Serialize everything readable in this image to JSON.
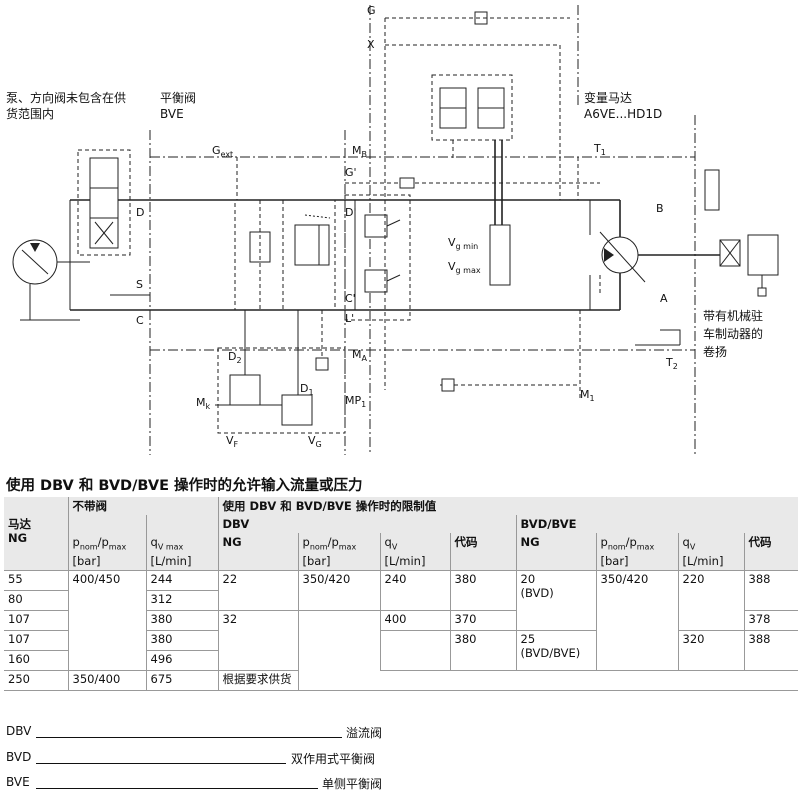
{
  "diagram": {
    "labels": {
      "pump_note_1": "泵、方向阀未包含在供",
      "pump_note_2": "货范围内",
      "bve_1": "平衡阀",
      "bve_2": "BVE",
      "motor_1": "变量马达",
      "motor_2": "A6VE...HD1D",
      "winch_1": "带有机械驻",
      "winch_2": "车制动器的",
      "winch_3": "卷扬",
      "G": "G",
      "X": "X",
      "Gext": "G",
      "Gext_sub": "ext",
      "MB": "M",
      "MB_sub": "B",
      "T1": "T",
      "T1_sub": "1",
      "G_prime": "G'",
      "D": "D",
      "D_prime": "D'",
      "S": "S",
      "C": "C",
      "C_prime": "C'",
      "L_prime": "L'",
      "B": "B",
      "A": "A",
      "Vgmin": "V",
      "Vgmin_sub": "g min",
      "Vgmax": "V",
      "Vgmax_sub": "g max",
      "MA": "M",
      "MA_sub": "A",
      "T2": "T",
      "T2_sub": "2",
      "D2": "D",
      "D2_sub": "2",
      "D1": "D",
      "D1_sub": "1",
      "Mk": "M",
      "Mk_sub": "k",
      "MP1": "MP",
      "MP1_sub": "1",
      "VF": "V",
      "VF_sub": "F",
      "VG": "V",
      "VG_sub": "G",
      "M1": "M",
      "M1_sub": "1"
    }
  },
  "table": {
    "title": "使用 DBV 和 BVD/BVE 操作时的允许输入流量或压力",
    "headers": {
      "motor": "马达",
      "ng": "NG",
      "no_valve": "不带阀",
      "with_valves": "使用 DBV 和 BVD/BVE 操作时的限制值",
      "pnom": "p",
      "pnom_sub1": "nom",
      "pnom_slash": "/p",
      "pnom_sub2": "max",
      "bar": "[bar]",
      "qv": "q",
      "qv_sub": "V max",
      "qv_dbv_sub": "V",
      "lmin": "[L/min]",
      "dbv": "DBV",
      "dbv_ng": "NG",
      "code": "代码",
      "bvd_bve": "BVD/BVE",
      "bvd_ng": "NG"
    },
    "rows": [
      {
        "ng": "55",
        "pnom": "400/450",
        "qv": "244",
        "dbv_ng": "22",
        "dbv_p": "350/420",
        "dbv_q": "240",
        "dbv_code": "380",
        "bvd_ng": "20",
        "bvd_ng2": "(BVD)",
        "bvd_p": "350/420",
        "bvd_q": "220",
        "bvd_code": "388"
      },
      {
        "ng": "80",
        "qv": "312"
      },
      {
        "ng": "107",
        "qv": "380",
        "dbv_ng": "32",
        "dbv_q": "400",
        "dbv_code": "370",
        "bvd_code": "378"
      },
      {
        "ng": "107",
        "qv": "380",
        "dbv_code": "380",
        "bvd_ng": "25",
        "bvd_ng2": "(BVD/BVE)",
        "bvd_q": "320",
        "bvd_code": "388"
      },
      {
        "ng": "160",
        "qv": "496"
      },
      {
        "ng": "250",
        "pnom": "350/400",
        "qv": "675",
        "note": "根据要求供货"
      }
    ]
  },
  "legend": [
    {
      "abbr": "DBV",
      "desc": "溢流阀"
    },
    {
      "abbr": "BVD",
      "desc": "双作用式平衡阀"
    },
    {
      "abbr": "BVE",
      "desc": "单侧平衡阀"
    }
  ]
}
